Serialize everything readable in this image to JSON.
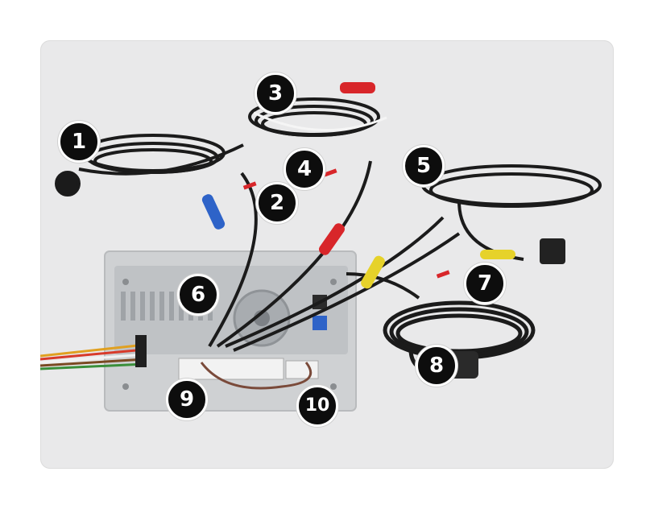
{
  "image": {
    "description_labels": {
      "n1": "1",
      "n2": "2",
      "n3": "3",
      "n4": "4",
      "n5": "5",
      "n6": "6",
      "n7": "7",
      "n8": "8",
      "n9": "9",
      "n10": "10"
    }
  },
  "colors": {
    "frame_bg": "#e9e9ea",
    "cable": "#1b1b1b",
    "red_sleeve": "#d8262a",
    "blue_sleeve": "#2e63c8",
    "yellow_sleeve": "#e6d22a",
    "panel": "#cfd1d3"
  }
}
